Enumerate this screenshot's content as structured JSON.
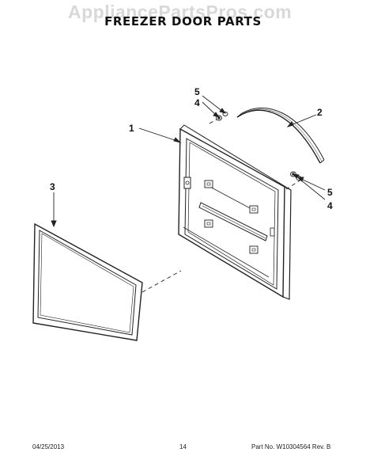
{
  "watermark": "AppliancePartsPros.com",
  "title": "FREEZER DOOR PARTS",
  "callouts": {
    "door": "1",
    "handle": "2",
    "gasket": "3",
    "screw_top": "4",
    "spacer_top": "5",
    "screw_right": "4",
    "spacer_right": "5"
  },
  "footer": {
    "date": "04/25/2013",
    "page": "14",
    "part_number": "Part No. W10304564  Rev. B"
  }
}
